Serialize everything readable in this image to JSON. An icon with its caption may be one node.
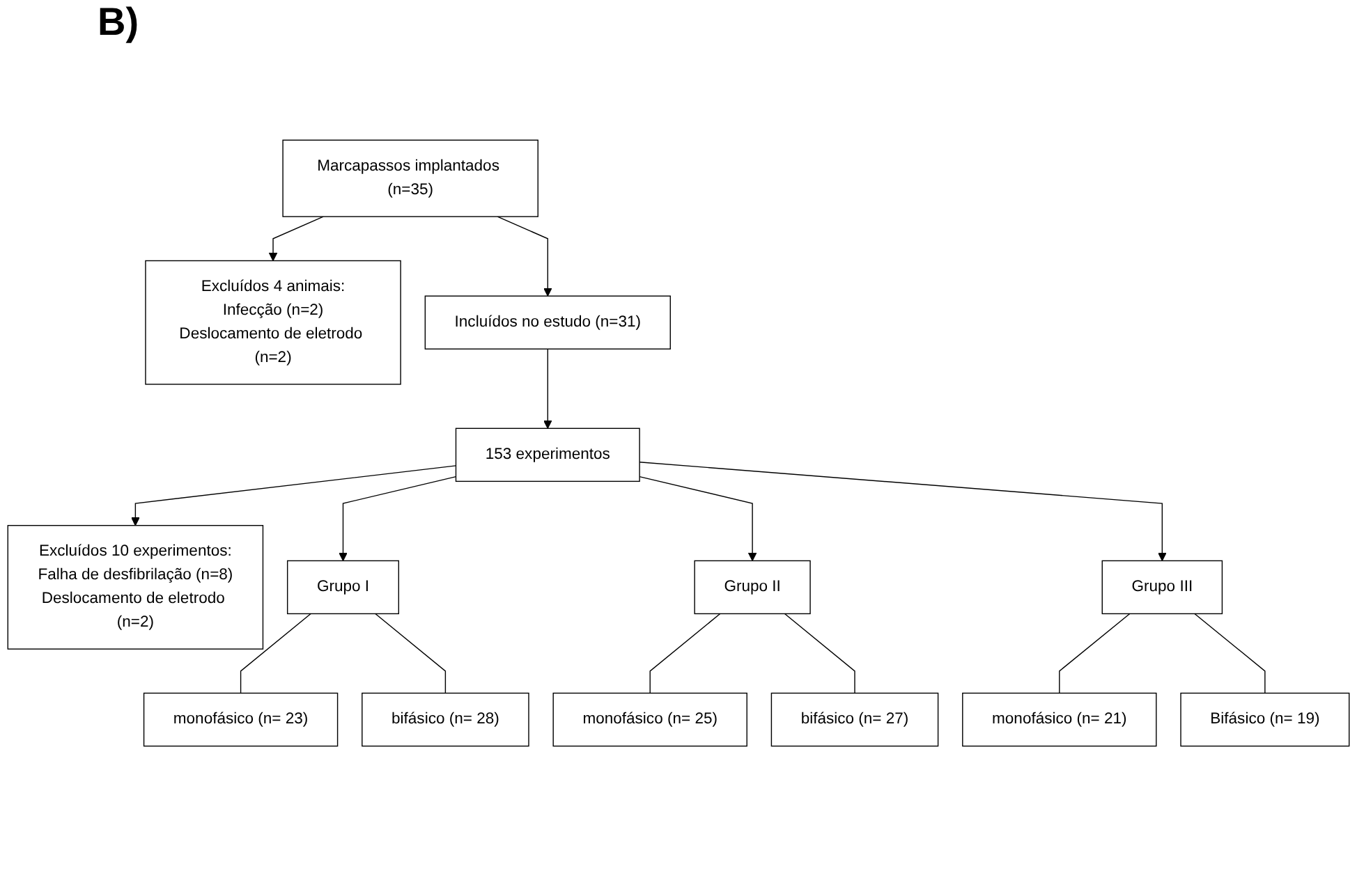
{
  "diagram": {
    "nodes": [
      {
        "text": [
          "Marcapassos implantados (n=35)"
        ]
      },
      {
        "text": [
          "Excluídos 4 animais:",
          "Infecção (n=2)",
          "Deslocamento de eletrodo (n=2)"
        ]
      },
      {
        "text": [
          "Incluídos no estudo (n=31)"
        ]
      },
      {
        "text": [
          "153 experimentos"
        ]
      },
      {
        "text": [
          "Excluídos 10 experimentos:",
          "Falha de desfibrilação (n=8)",
          "Deslocamento de eletrodo (n=2)"
        ]
      },
      {
        "text": [
          "Grupo I"
        ]
      },
      {
        "text": [
          "Grupo II"
        ]
      },
      {
        "text": [
          "Grupo III"
        ]
      },
      {
        "text": [
          "monofásico (n= 23)"
        ]
      },
      {
        "text": [
          "bifásico (n= 28)"
        ]
      },
      {
        "text": [
          "monofásico (n= 25)"
        ]
      },
      {
        "text": [
          "bifásico (n= 27)"
        ]
      },
      {
        "text": [
          "monofásico (n= 21)"
        ]
      },
      {
        "text": [
          "Bifásico (n= 19)"
        ]
      }
    ],
    "edges": [
      {
        "from": 0,
        "to": 1,
        "arrow": "to"
      },
      {
        "from": 0,
        "to": 2,
        "arrow": "to"
      },
      {
        "from": 2,
        "to": 3,
        "arrow": "to"
      },
      {
        "from": 3,
        "to": 4,
        "arrow": "to"
      },
      {
        "from": 3,
        "to": 5,
        "arrow": "to"
      },
      {
        "from": 3,
        "to": 6,
        "arrow": "to"
      },
      {
        "from": 3,
        "to": 7,
        "arrow": "to"
      },
      {
        "from": 5,
        "to": 8,
        "arrow": "none"
      },
      {
        "from": 5,
        "to": 9,
        "arrow": "none"
      },
      {
        "from": 6,
        "to": 10,
        "arrow": "none"
      },
      {
        "from": 6,
        "to": 11,
        "arrow": "none"
      },
      {
        "from": 7,
        "to": 12,
        "arrow": "none"
      },
      {
        "from": 7,
        "to": 13,
        "arrow": "none"
      }
    ],
    "labels": [
      "B)"
    ]
  }
}
